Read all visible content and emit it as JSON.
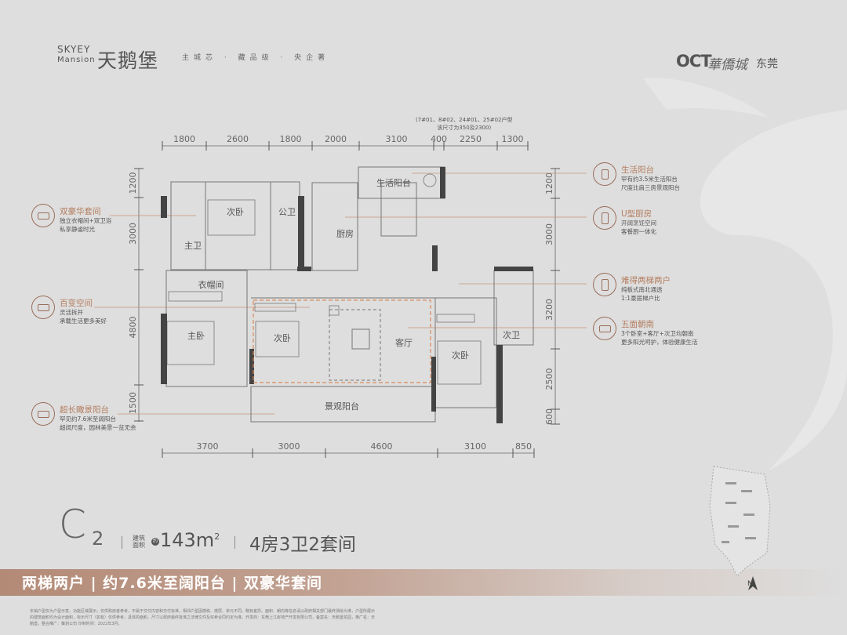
{
  "header": {
    "logo_en_1": "SKYEY",
    "logo_en_2": "Mansion",
    "logo_cn": "天鹅堡",
    "slogan": "主城芯 · 藏品级 · 央企著",
    "brand_en": "OCT",
    "brand_cn": "華僑城",
    "brand_city": "东莞"
  },
  "plan": {
    "note_1": "(7#01、8#02、24#01、25#02户型",
    "note_2": "该尺寸为350及2300)",
    "top_dims": [
      "1800",
      "2600",
      "1800",
      "2000",
      "3100",
      "400",
      "2250",
      "1300"
    ],
    "bottom_dims": [
      "3700",
      "3000",
      "4600",
      "3100",
      "850"
    ],
    "left_dims": [
      "1200",
      "3000",
      "4800",
      "1500"
    ],
    "right_dims": [
      "1200",
      "3000",
      "3200",
      "2500",
      "600"
    ],
    "rooms": {
      "balcony_life": "生活阳台",
      "bedroom2": "次卧",
      "public_bath": "公卫",
      "master_bath": "主卫",
      "kitchen": "厨房",
      "closet": "衣帽间",
      "master_bedroom": "主卧",
      "bedroom3": "次卧",
      "living": "客厅",
      "bedroom4": "次卧",
      "second_bath": "次卫",
      "view_balcony": "景观阳台"
    }
  },
  "callouts": {
    "left": [
      {
        "title": "双豪华套间",
        "desc_1": "独立衣帽间+双卫浴",
        "desc_2": "私享静谧时光",
        "icon": "bed-icon"
      },
      {
        "title": "百变空间",
        "desc_1": "灵活拆并",
        "desc_2": "承载生活更多美好",
        "icon": "bed-icon"
      },
      {
        "title": "超长瞰景阳台",
        "desc_1": "罕见约7.6米至阔阳台",
        "desc_2": "超阔尺度，园林美景一览无余",
        "icon": "balcony-icon"
      }
    ],
    "right": [
      {
        "title": "生活阳台",
        "desc_1": "罕有约3.5米生活阳台",
        "desc_2": "尺度比肩三房景观阳台",
        "icon": "washer-icon"
      },
      {
        "title": "U型厨房",
        "desc_1": "开阔烹饪空间",
        "desc_2": "客餐厨一体化",
        "icon": "fridge-icon"
      },
      {
        "title": "难得两梯两户",
        "desc_1": "纯板式南北通透",
        "desc_2": "1:1豪居梯户比",
        "icon": "door-icon"
      },
      {
        "title": "五面朝南",
        "desc_1": "3个卧室+客厅+次卫均朝南",
        "desc_2": "更多阳光呵护，体验健康生活",
        "icon": "bed-icon"
      }
    ]
  },
  "unit": {
    "model": "C",
    "model_sub": "2",
    "area_label_1": "建筑",
    "area_label_2": "面积",
    "approx": "约",
    "area": "143m",
    "area_unit_sup": "2",
    "rooms": "4房3卫2套间"
  },
  "band": {
    "text": "两梯两户 | 约7.6米至阔阳台 | 双豪华套间"
  },
  "site": {
    "north": "N"
  },
  "disclaimer": "本销户型仅为户型示意，功能区域展示，仅供购房者参考，不属于交付内容和交付标准，相邻户型因楼栋、楼层、单元不同，略有差异。面积、朝向等信息请以政府相关部门最终测绘为准，户型所展示的建筑面积均为设计面积，标示尺寸（如有）仅供参考，具体的面积、尺寸以政府最终批准之法律文件及买卖合同约定为准。开发商：东莞上江房地产开发有限公司，备案名：天鹅堡花园，推广名：天鹅堡，整合推广：策划公司 印制时间：2022年3月。",
  "colors": {
    "accent": "#b37d5f",
    "wall": "#444444",
    "background": "#dedede",
    "dash": "#d98a5a"
  }
}
